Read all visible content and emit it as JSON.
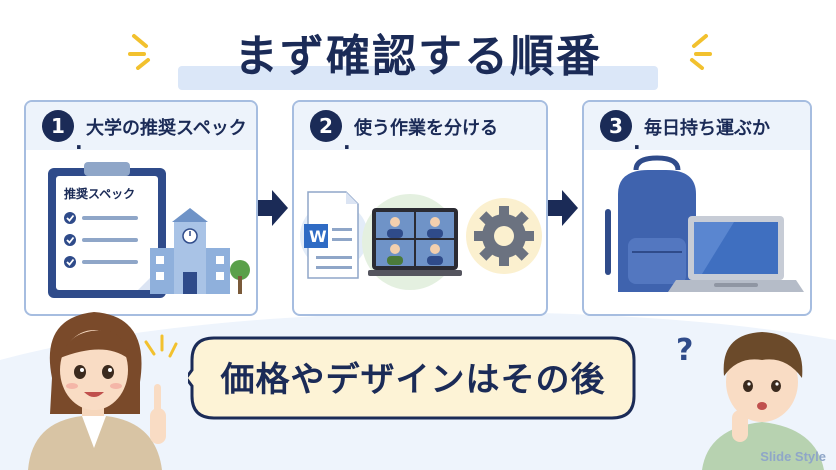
{
  "title": "まず確認する順番",
  "steps": [
    {
      "number": "1",
      "label": "大学の推奨スペック",
      "doc_heading": "推奨スペック",
      "icon": "clipboard-checklist-and-university-building"
    },
    {
      "number": "2",
      "label": "使う作業を分ける",
      "icon": "word-document-video-call-gear"
    },
    {
      "number": "3",
      "label": "毎日持ち運ぶか",
      "icon": "backpack-and-laptop"
    }
  ],
  "word_letter": "W",
  "bubble_text": "価格やデザインはその後",
  "watermark": "Slide Style",
  "colors": {
    "navy": "#1b2b57",
    "box_border": "#a6bde0",
    "box_head": "#edf3fb",
    "accent_yellow": "#f2c12e",
    "bubble_fill": "#fdf3d6"
  }
}
